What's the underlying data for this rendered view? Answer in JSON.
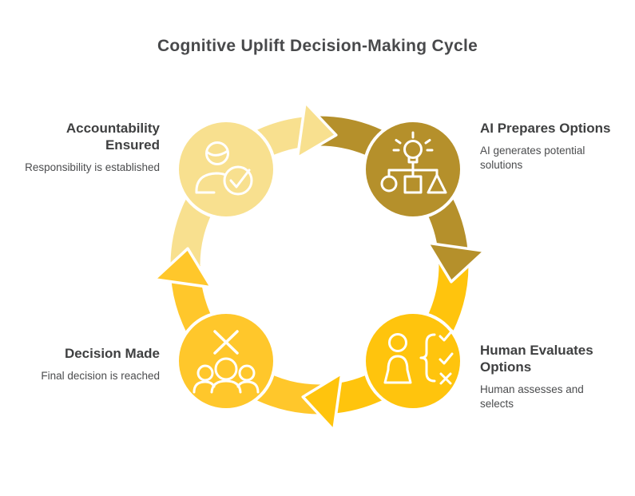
{
  "title": "Cognitive Uplift Decision-Making Cycle",
  "colors": {
    "accountability": "#F8E08F",
    "ai_prepares": "#B5902B",
    "human_evaluates": "#FFC40D",
    "decision_made": "#FFC72B",
    "heading_text": "#3F4041",
    "subtitle_text": "#4B4C4E",
    "outline": "#FFFFFF"
  },
  "nodes": {
    "ai_prepares": {
      "label": "AI Prepares Options",
      "description": "AI generates potential solutions",
      "icon": "lightbulb-flowchart-icon"
    },
    "human_evaluates": {
      "label": "Human Evaluates Options",
      "description": "Human assesses and selects",
      "icon": "person-checklist-icon"
    },
    "decision_made": {
      "label": "Decision Made",
      "description": "Final decision is reached",
      "icon": "group-crossmark-icon"
    },
    "accountability": {
      "label": "Accountability Ensured",
      "description": "Responsibility is established",
      "icon": "person-checkmark-icon"
    }
  }
}
